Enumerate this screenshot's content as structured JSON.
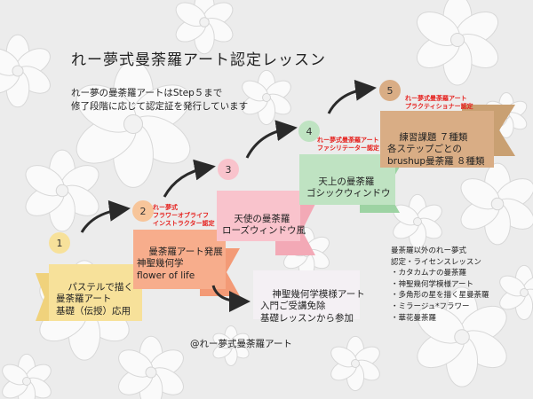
{
  "title": "れー夢式曼荼羅アート認定レッスン",
  "intro": "れー夢の曼荼羅アートはStep５まで\n修了段階に応じて認定証を発行しています",
  "steps": [
    {
      "number": "1",
      "text": "パステルで描く\n曼荼羅アート\n基礎（伝授）応用",
      "color": "#f7e19a",
      "circle_color": "#f7e19a"
    },
    {
      "number": "2",
      "text": "曼荼羅アート発展\n神聖幾何学\nflower of life",
      "color": "#f7ad8c",
      "circle_color": "#f7c59a",
      "badge": "れー夢式\nフラワーオブライフ\nインストラクター認定"
    },
    {
      "number": "3",
      "text": "天使の曼荼羅\nローズウィンドウ風",
      "color": "#f9c3cc",
      "circle_color": "#f9c3cc"
    },
    {
      "number": "4",
      "text": "天上の曼荼羅\nゴシックウィンドウ",
      "color": "#bfe3c2",
      "circle_color": "#bfe3c2",
      "badge": "れー夢式曼荼羅アート\nファシリテーター認定"
    },
    {
      "number": "5",
      "text": "練習課題 ７種類\n各ステップごとの\nbrushup曼荼羅 ８種類",
      "color": "#d9ad85",
      "circle_color": "#d9ad85",
      "badge": "れー夢式曼荼羅アート\nプラクティショナー認定"
    }
  ],
  "branch_box": "神聖幾何学模様アート\n入門ご受講免除\n基礎レッスンから参加",
  "side_list": {
    "heading": "曼荼羅以外のれー夢式\n認定・ライセンスレッスン",
    "items": [
      "・カタカムナの曼荼羅",
      "・神聖幾何学模様アート",
      "・多角形の星を描く星曼荼羅",
      "・ミラージュ*フラワー",
      "・華花曼荼羅"
    ]
  },
  "credit": "@れー夢式曼荼羅アート",
  "colors": {
    "background": "#ececec",
    "accent_red": "#e5201d",
    "arrow": "#2a2a2a"
  }
}
